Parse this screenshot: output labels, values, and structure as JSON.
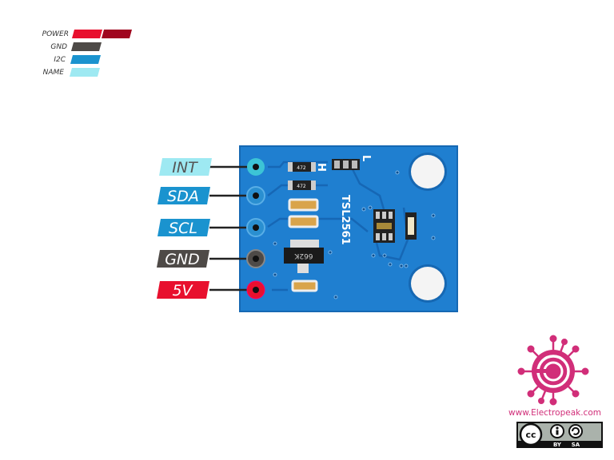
{
  "legend": [
    {
      "label": "POWER",
      "colors": [
        "#e8102e",
        "#a0061f"
      ]
    },
    {
      "label": "GND",
      "colors": [
        "#4e4a47"
      ]
    },
    {
      "label": "I2C",
      "colors": [
        "#1a93cf"
      ]
    },
    {
      "label": "NAME",
      "colors": [
        "#9ee9f2"
      ]
    }
  ],
  "pins": [
    {
      "label": "INT",
      "type": "NAME",
      "color": "#9ee9f2",
      "pad": "#3cc4d6"
    },
    {
      "label": "SDA",
      "type": "I2C",
      "color": "#1a93cf",
      "pad": "#2a8fd0"
    },
    {
      "label": "SCL",
      "type": "I2C",
      "color": "#1a93cf",
      "pad": "#2a8fd0"
    },
    {
      "label": "GND",
      "type": "GND",
      "color": "#4e4a47",
      "pad": "#4e4a47"
    },
    {
      "label": "5V",
      "type": "POWER",
      "color": "#e8102e",
      "pad": "#e8102e"
    }
  ],
  "board": {
    "chip_label": "TSL2561",
    "silk_h": "H",
    "silk_l": "L",
    "regulator_marking": "662K",
    "resistor_marking": "472",
    "color": "#1f7fd0"
  },
  "branding": {
    "url": "www.Electropeak.com",
    "license_by": "BY",
    "license_sa": "SA",
    "license_cc": "cc",
    "brand_color": "#d12e79"
  }
}
